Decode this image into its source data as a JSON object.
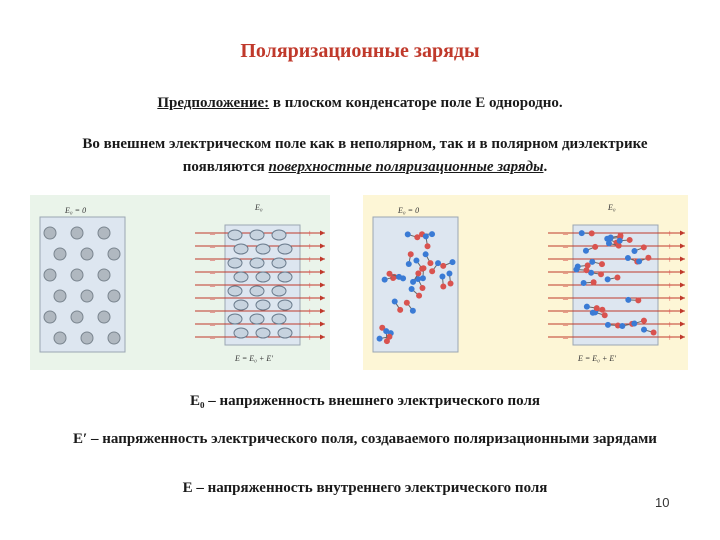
{
  "title": "Поляризационные заряды",
  "assumption": {
    "label": "Предположение:",
    "text": " в плоском конденсаторе поле Е однородно."
  },
  "paragraph": {
    "before": "Во внешнем электрическом поле как в неполярном, так и в полярном диэлектрике появляются ",
    "emphasis": "поверхностные поляризационные заряды",
    "after": "."
  },
  "figures": {
    "left_panel": {
      "label_field_off": "E₀ = 0",
      "label_field_on": "E₀",
      "label_sum": "E = E₀ + E′"
    },
    "right_panel": {
      "label_field_off": "E₀ = 0",
      "label_field_on": "E₀",
      "label_sum": "E = E₀ + E′"
    }
  },
  "definitions": [
    "E₀ – напряженность внешнего электрического поля",
    "E′ – напряженность электрического поля, создаваемого поляризационными зарядами",
    "E – напряженность внутреннего электрического поля"
  ],
  "page_number": "10",
  "colors": {
    "title": "#c0392b",
    "field_line": "#c0392b",
    "dielectric_fill": "#dde6f0",
    "molecule_gray": "#b0b8c0",
    "molecule_blue": "#3a7bd5",
    "molecule_red": "#d9534f",
    "panel_bg_left": "#eaf4ea",
    "panel_bg_right": "#fdf6d6"
  }
}
